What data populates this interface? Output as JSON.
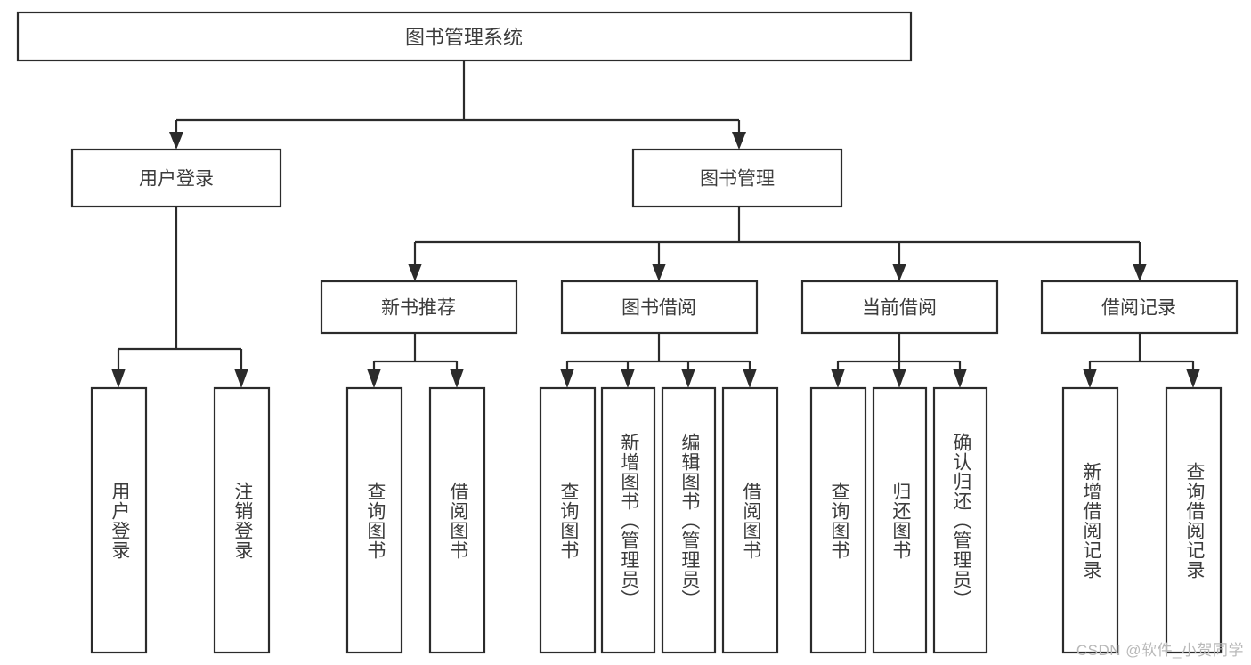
{
  "diagram": {
    "title": "图书管理系统",
    "type": "tree",
    "watermark": "CSDN @软件_小贺同学",
    "root": {
      "label": "图书管理系统"
    },
    "level1": [
      {
        "label": "用户登录"
      },
      {
        "label": "图书管理"
      }
    ],
    "level2": [
      {
        "label": "新书推荐"
      },
      {
        "label": "图书借阅"
      },
      {
        "label": "当前借阅"
      },
      {
        "label": "借阅记录"
      }
    ],
    "leaves": [
      {
        "label": "用户登录",
        "parent": "用户登录"
      },
      {
        "label": "注销登录",
        "parent": "用户登录"
      },
      {
        "label": "查询图书",
        "parent": "新书推荐"
      },
      {
        "label": "借阅图书",
        "parent": "新书推荐"
      },
      {
        "label": "查询图书",
        "parent": "图书借阅"
      },
      {
        "label": "新增图书（管理员）",
        "parent": "图书借阅"
      },
      {
        "label": "编辑图书（管理员）",
        "parent": "图书借阅"
      },
      {
        "label": "借阅图书",
        "parent": "图书借阅"
      },
      {
        "label": "查询图书",
        "parent": "当前借阅"
      },
      {
        "label": "归还图书",
        "parent": "当前借阅"
      },
      {
        "label": "确认归还（管理员）",
        "parent": "当前借阅"
      },
      {
        "label": "新增借阅记录",
        "parent": "借阅记录"
      },
      {
        "label": "查询借阅记录",
        "parent": "借阅记录"
      }
    ],
    "colors": {
      "stroke": "#2b2b2b",
      "fill": "#ffffff",
      "text": "#3c3c3c",
      "watermark": "#b9b9b9"
    }
  }
}
